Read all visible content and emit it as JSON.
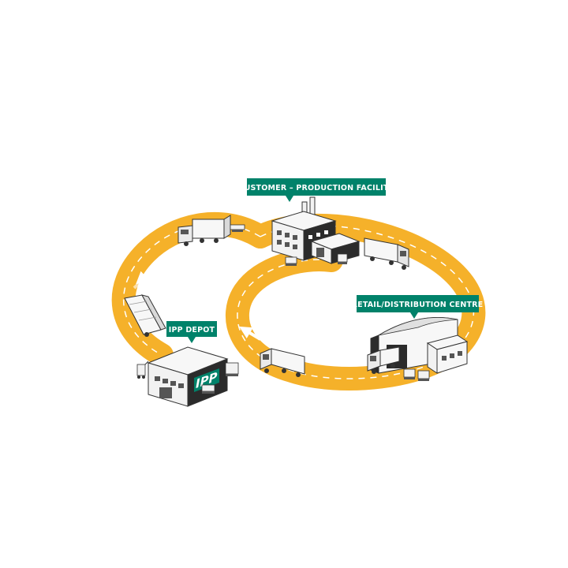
{
  "labels": {
    "customer": "CUSTOMER – PRODUCTION FACILITY",
    "retail": "RETAIL/DISTRIBUTION CENTRE",
    "depot": "IPP DEPOT"
  },
  "logo": {
    "text": "IPP"
  },
  "colors": {
    "track": "#f5b12a",
    "label": "#00826a",
    "building_dark": "#2b2b2b",
    "building_light": "#f2f2f2",
    "line": "#333333"
  },
  "icons": [
    "truck-icon",
    "factory-icon",
    "warehouse-icon",
    "pallet-icon",
    "trolley-icon",
    "flow-arrow-icon"
  ]
}
